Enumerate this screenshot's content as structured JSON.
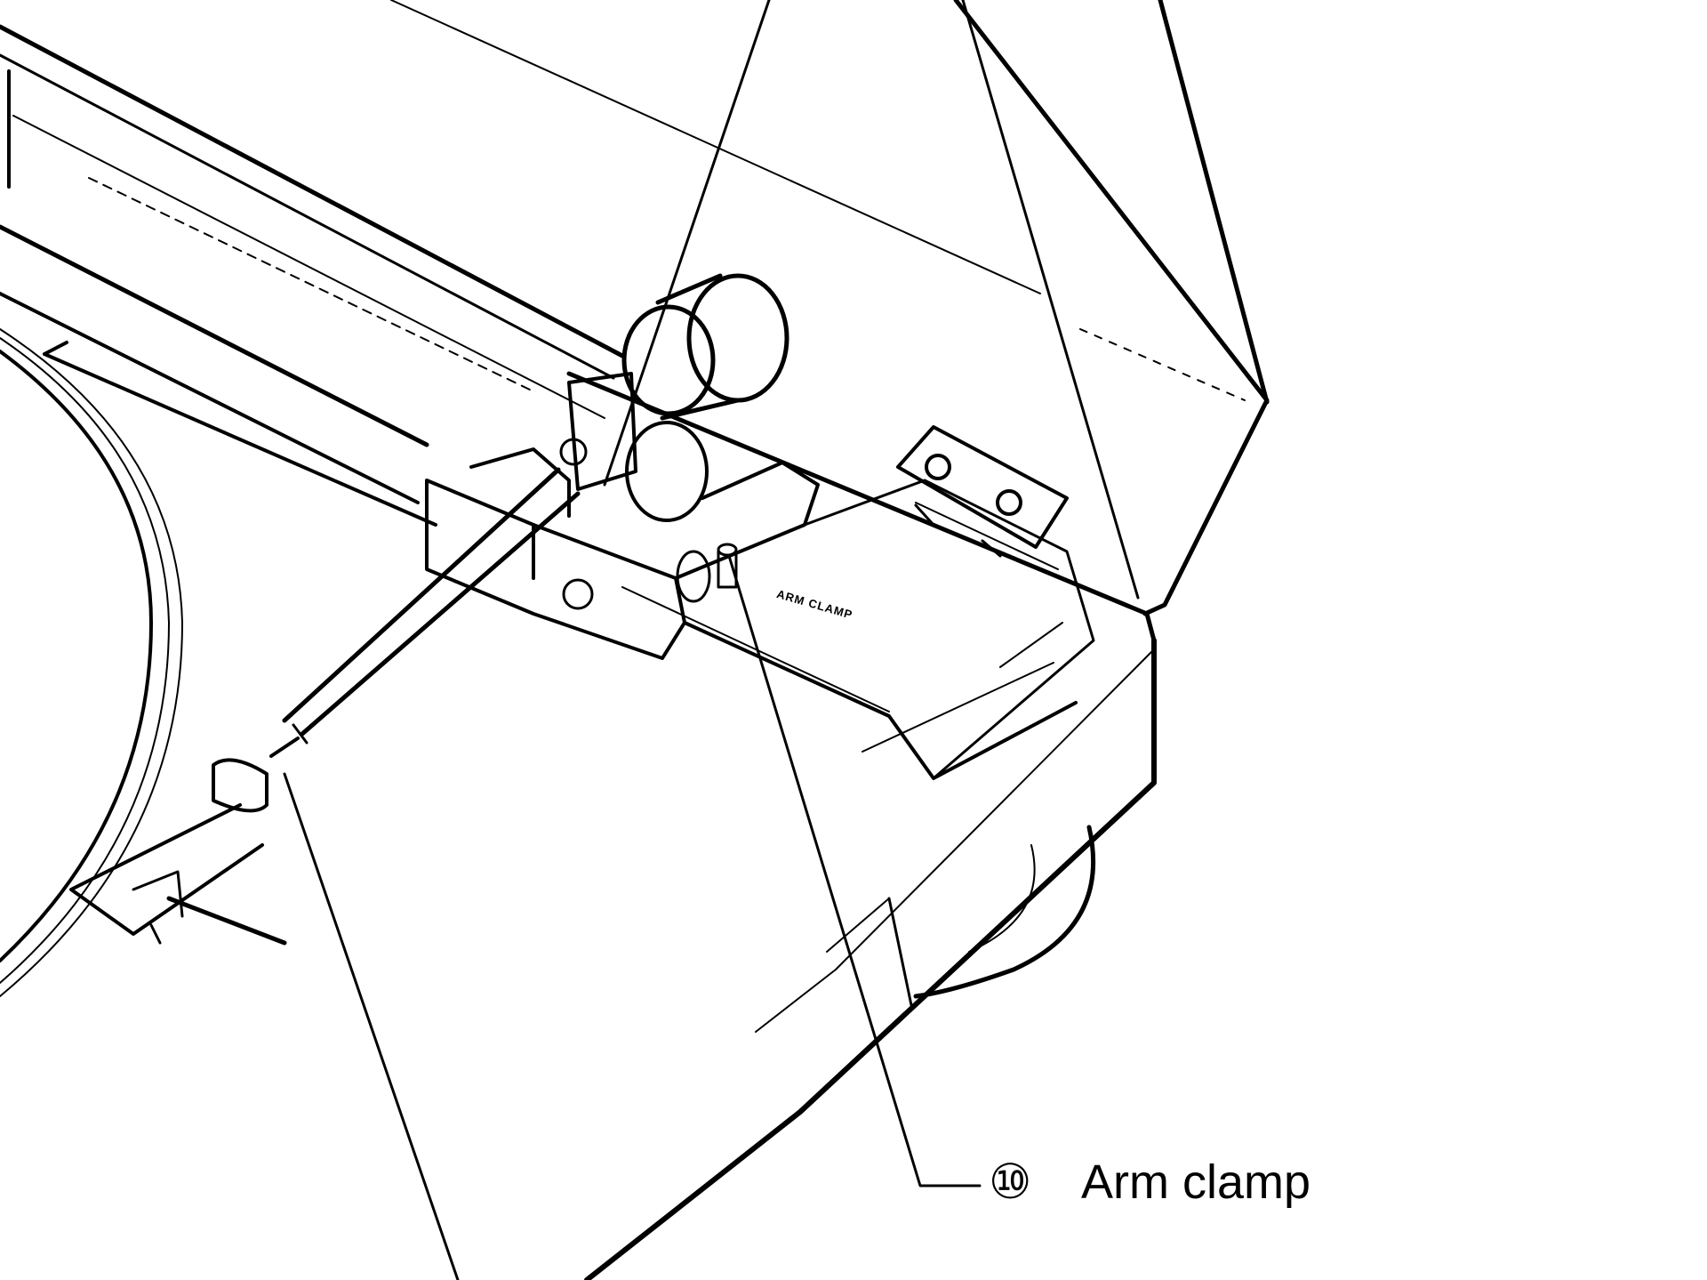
{
  "callouts": [
    {
      "number": "⑩",
      "label": "Arm clamp"
    }
  ],
  "embossed_text": "ARM CLAMP",
  "colors": {
    "line": "#000000",
    "background": "#ffffff"
  }
}
